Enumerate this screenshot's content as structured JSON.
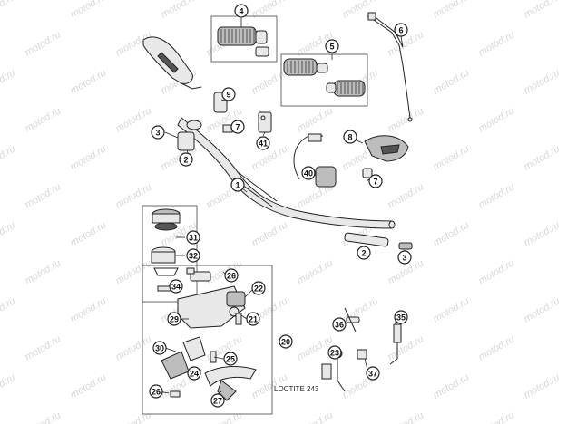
{
  "watermark": "motod.ru",
  "loctite_label": "LOCTITE 243",
  "callouts": [
    {
      "id": "c4",
      "label": "4"
    },
    {
      "id": "c6",
      "label": "6"
    },
    {
      "id": "c5",
      "label": "5"
    },
    {
      "id": "c9",
      "label": "9"
    },
    {
      "id": "c3a",
      "label": "3"
    },
    {
      "id": "c7a",
      "label": "7"
    },
    {
      "id": "c2a",
      "label": "2"
    },
    {
      "id": "c41",
      "label": "41"
    },
    {
      "id": "c8",
      "label": "8"
    },
    {
      "id": "c40",
      "label": "40"
    },
    {
      "id": "c7b",
      "label": "7"
    },
    {
      "id": "c1",
      "label": "1"
    },
    {
      "id": "c31",
      "label": "31"
    },
    {
      "id": "c32",
      "label": "32"
    },
    {
      "id": "c34",
      "label": "34"
    },
    {
      "id": "c26a",
      "label": "26"
    },
    {
      "id": "c22",
      "label": "22"
    },
    {
      "id": "c29",
      "label": "29"
    },
    {
      "id": "c21",
      "label": "21"
    },
    {
      "id": "c2b",
      "label": "2"
    },
    {
      "id": "c3b",
      "label": "3"
    },
    {
      "id": "c30",
      "label": "30"
    },
    {
      "id": "c25",
      "label": "25"
    },
    {
      "id": "c24",
      "label": "24"
    },
    {
      "id": "c26b",
      "label": "26"
    },
    {
      "id": "c27",
      "label": "27"
    },
    {
      "id": "c20",
      "label": "20"
    },
    {
      "id": "c36",
      "label": "36"
    },
    {
      "id": "c35",
      "label": "35"
    },
    {
      "id": "c23",
      "label": "23"
    },
    {
      "id": "c37",
      "label": "37"
    }
  ]
}
